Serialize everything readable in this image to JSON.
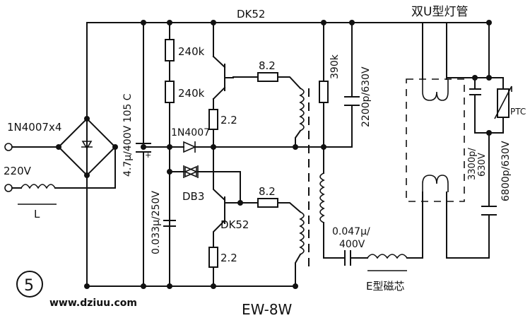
{
  "title_top": "DK52",
  "lamp_title": "双U型灯管",
  "labels": {
    "r1": "240k",
    "r2": "240k",
    "rb1": "8.2",
    "re1": "2.2",
    "rb2": "8.2",
    "re2": "2.2",
    "r390": "390k",
    "c2200": "2200p/630V",
    "cin": "4.7μ/400V 105 C",
    "cin_plus": "+",
    "bridge": "1N4007x4",
    "diode": "1N4007",
    "diac": "DB3",
    "q2": "DK52",
    "c033": "0.033μ/250V",
    "v220": "220V",
    "inductor_in": "L",
    "c047_a": "0.047μ/",
    "c047_b": "400V",
    "core": "E型磁芯",
    "c3300_a": "3300p/",
    "c3300_b": "630V",
    "c6800": "6800p/630V",
    "ptc": "PTC",
    "circle_num": "5",
    "website": "www.dziuu.com",
    "model": "EW-8W"
  }
}
